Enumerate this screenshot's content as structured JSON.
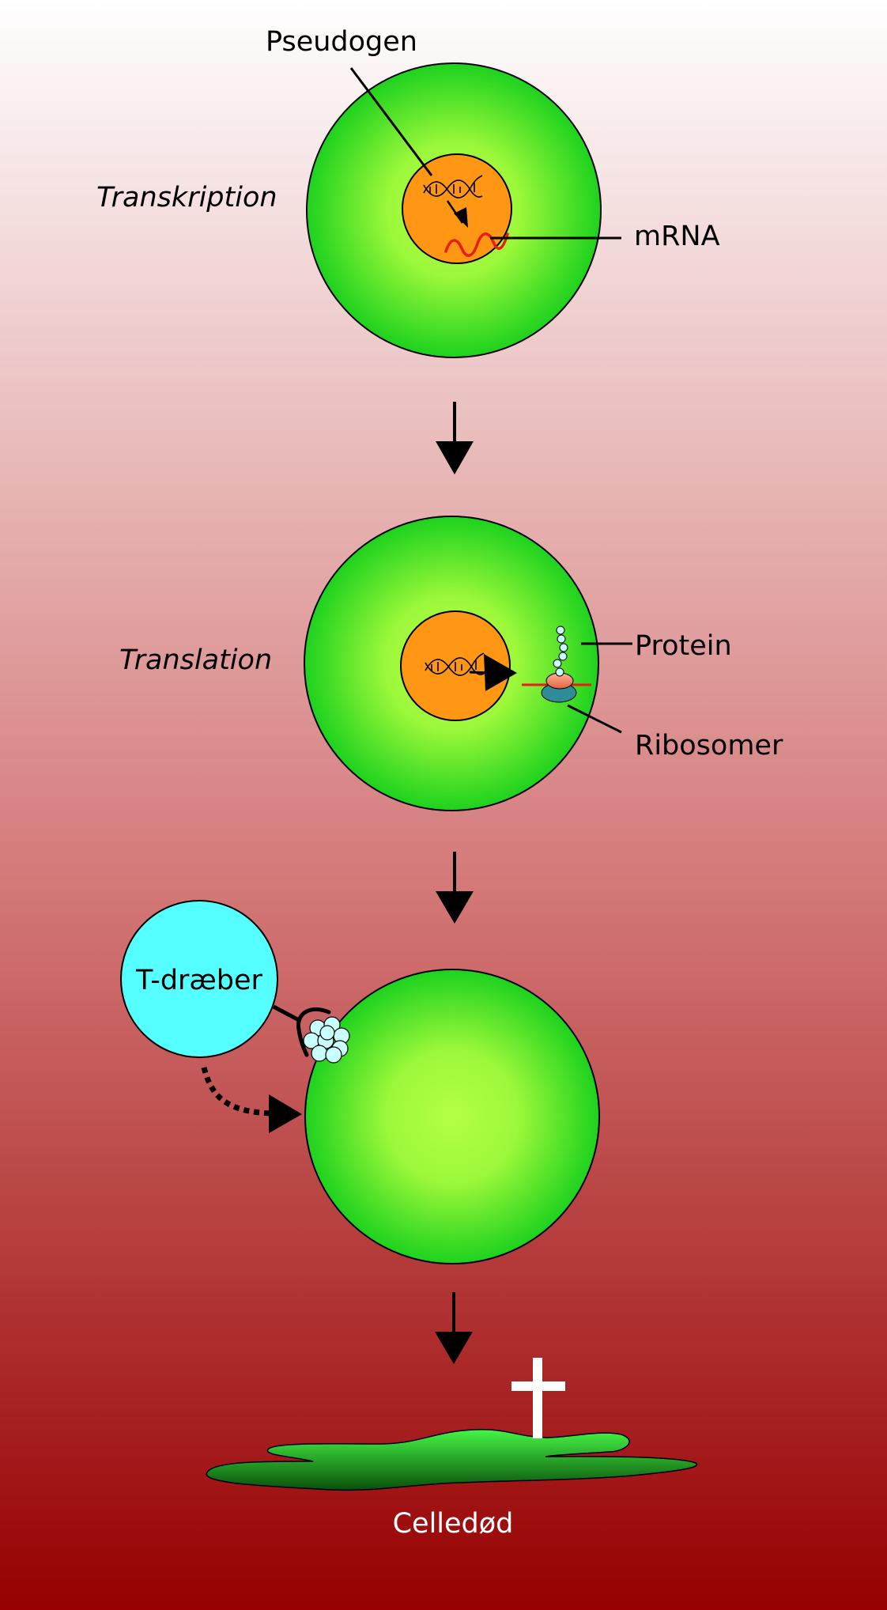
{
  "labels": {
    "pseudogen": "Pseudogen",
    "transkription": "Transkription",
    "mrna": "mRNA",
    "translation": "Translation",
    "protein": "Protein",
    "ribosomer": "Ribosomer",
    "t_draeber": "T-dræber",
    "celledod": "Celledød"
  },
  "colors": {
    "background_top": "#ffffff",
    "background_bottom": "#960000",
    "cell_center": "#b4ff46",
    "cell_edge": "#1ed21e",
    "nucleus": "#ff9614",
    "mrna": "#e61e14",
    "t_cell": "#55ffff",
    "protein_bead": "#c8ffff",
    "ribosome_small": "#f08c6e",
    "ribosome_large": "#2d8c96",
    "dead_cell_top": "#3cf03c",
    "dead_cell_bottom": "#0a500a",
    "cross": "#ffffff"
  }
}
